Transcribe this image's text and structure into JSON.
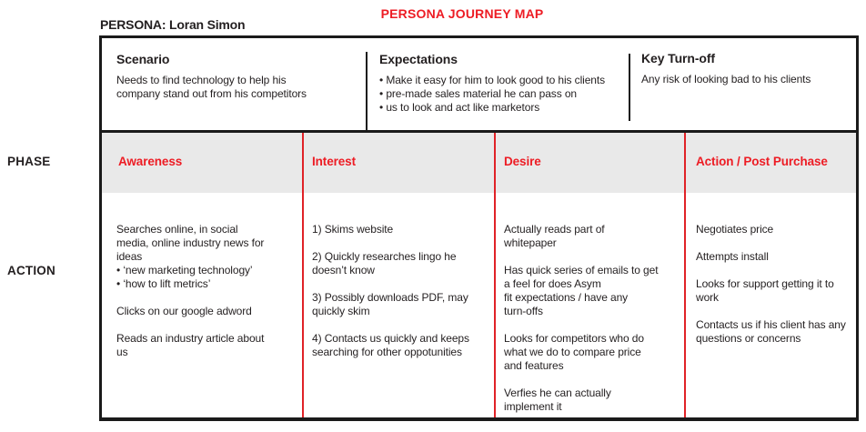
{
  "title": "PERSONA JOURNEY MAP",
  "persona_label": "PERSONA: Loran Simon",
  "row_labels": {
    "phase": "PHASE",
    "action": "ACTION"
  },
  "header_sections": [
    {
      "title": "Scenario",
      "body": "Needs to find technology to help his\ncompany stand out from his competitors"
    },
    {
      "title": "Expectations",
      "bullets": [
        "• Make it easy for him to look good to his clients",
        "• pre-made sales material he can pass on",
        "• us to look and act like marketors"
      ]
    },
    {
      "title": "Key Turn-off",
      "body": "Any risk of looking bad to his clients"
    }
  ],
  "phases": [
    {
      "name": "Awareness",
      "actions": [
        "Searches online, in social\nmedia, online industry news for\nideas",
        "• ‘new marketing technology’",
        "• ‘how to lift metrics’",
        "Clicks on our google adword",
        "Reads an industry article about\nus"
      ]
    },
    {
      "name": "Interest",
      "actions": [
        "1) Skims website",
        "2) Quickly researches lingo he\ndoesn’t know",
        "3) Possibly downloads PDF, may\nquickly skim",
        "4) Contacts us quickly and keeps\nsearching for other oppotunities"
      ]
    },
    {
      "name": "Desire",
      "actions": [
        "Actually reads part of\nwhitepaper",
        "Has quick series of emails to get\na feel for does Asym\nfit expectations / have any\nturn-offs",
        "Looks for competitors who do\nwhat we do to compare price\nand features",
        "Verfies he can actually\nimplement it"
      ]
    },
    {
      "name": "Action / Post Purchase",
      "actions": [
        "Negotiates price",
        "Attempts install",
        "Looks for support getting it to\nwork",
        "Contacts us if his client has any\nquestions or concerns"
      ]
    }
  ],
  "colors": {
    "accent_red": "#ed1c24",
    "line_red": "#e02227",
    "band_gray": "#e9e9e9",
    "border_black": "#1a1a1a"
  }
}
